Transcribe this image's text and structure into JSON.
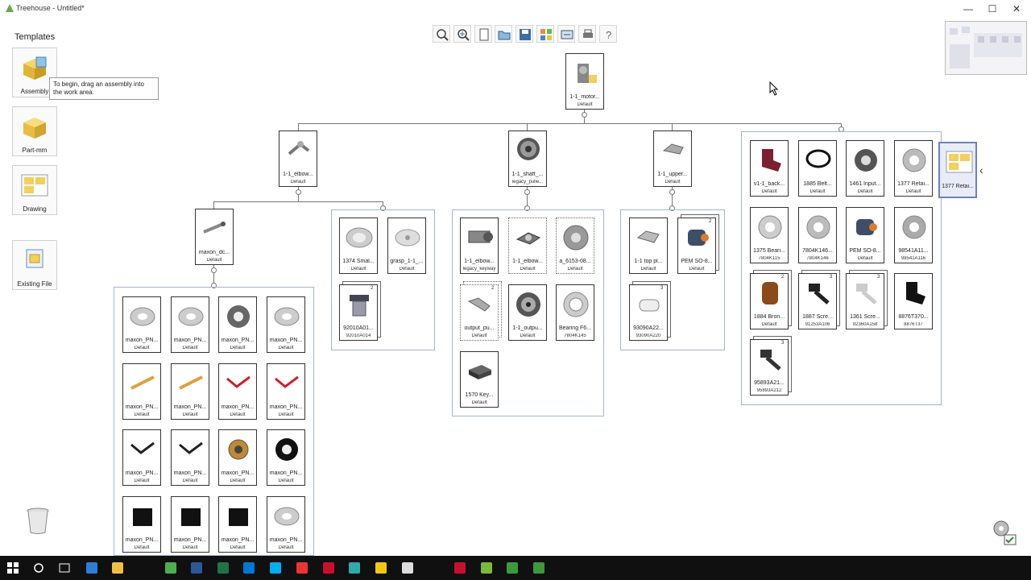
{
  "window": {
    "title": "Treehouse - Untitled*",
    "controls": [
      "—",
      "☐",
      "✕"
    ]
  },
  "templates": {
    "heading": "Templates",
    "items": [
      {
        "label": "Assembly",
        "icon": "assembly-template-icon"
      },
      {
        "label": "Part-mm",
        "icon": "part-template-icon"
      },
      {
        "label": "Drawing",
        "icon": "drawing-template-icon"
      },
      {
        "label": "Existing File",
        "icon": "existing-file-icon"
      }
    ],
    "tooltip": "To begin, drag an assembly into the work area."
  },
  "toolbar": [
    {
      "name": "zoom-fit-icon"
    },
    {
      "name": "zoom-select-icon"
    },
    {
      "name": "new-document-icon"
    },
    {
      "name": "open-folder-icon"
    },
    {
      "name": "save-icon"
    },
    {
      "name": "export-icon"
    },
    {
      "name": "refresh-icon"
    },
    {
      "name": "print-icon"
    },
    {
      "name": "help-icon"
    }
  ],
  "tree": {
    "root": {
      "name": "1-1_motor...",
      "config": "Default"
    },
    "level1": [
      {
        "name": "1-1_elbow...",
        "config": "Default"
      },
      {
        "name": "1-1_shaft_...",
        "config": "legacy_pulle..."
      },
      {
        "name": "1-1_upper...",
        "config": "Default"
      }
    ],
    "elbow_sub": {
      "name": "maxon_dc...",
      "config": "Default"
    },
    "elbow_parts": [
      {
        "name": "1374 Smal...",
        "config": "Default"
      },
      {
        "name": "grasp_1-1_...",
        "config": "Default"
      },
      {
        "name": "92010A01...",
        "config": "92010A014",
        "qty": "2"
      }
    ],
    "maxon_parts": [
      {
        "name": "maxon_PN...",
        "config": "Default"
      },
      {
        "name": "maxon_PN...",
        "config": "Default"
      },
      {
        "name": "maxon_PN...",
        "config": "Default"
      },
      {
        "name": "maxon_PN...",
        "config": "Default"
      },
      {
        "name": "maxon_PN...",
        "config": "Default"
      },
      {
        "name": "maxon_PN...",
        "config": "Default"
      },
      {
        "name": "maxon_PN...",
        "config": "Default"
      },
      {
        "name": "maxon_PN...",
        "config": "Default"
      },
      {
        "name": "maxon_PN...",
        "config": "Default"
      },
      {
        "name": "maxon_PN...",
        "config": "Default"
      },
      {
        "name": "maxon_PN...",
        "config": "Default"
      },
      {
        "name": "maxon_PN...",
        "config": "Default"
      },
      {
        "name": "maxon_PN...",
        "config": "Default"
      },
      {
        "name": "maxon_PN...",
        "config": "Default"
      },
      {
        "name": "maxon_PN...",
        "config": "Default"
      },
      {
        "name": "maxon_PN...",
        "config": "Default"
      }
    ],
    "shaft_parts": [
      {
        "name": "1-1_elbow...",
        "config": "legacy_keyway"
      },
      {
        "name": "1-1_elbow...",
        "config": "Default"
      },
      {
        "name": "a_6153-08...",
        "config": "Default"
      },
      {
        "name": "output_pu...",
        "config": "Default",
        "qty": "2"
      },
      {
        "name": "1-1_outpu...",
        "config": "Default"
      },
      {
        "name": "Bearing F6...",
        "config": "7804K145"
      },
      {
        "name": "1570 Key...",
        "config": "Default"
      }
    ],
    "upper_parts": [
      {
        "name": "1-1 top pl...",
        "config": "Default"
      },
      {
        "name": "PEM SO-8...",
        "config": "Default",
        "qty": "2"
      },
      {
        "name": "93090A22...",
        "config": "93090A220",
        "qty": "3"
      }
    ],
    "root_parts": [
      {
        "name": "v1-1_back...",
        "config": "Default"
      },
      {
        "name": "1885 Belt...",
        "config": "Default"
      },
      {
        "name": "1461 Input...",
        "config": "Default"
      },
      {
        "name": "1377 Retai...",
        "config": "Default"
      },
      {
        "name": "1377 Retai...",
        "config": ""
      },
      {
        "name": "1375 Beari...",
        "config": "7804K115"
      },
      {
        "name": "7804K146...",
        "config": "7804K146"
      },
      {
        "name": "PEM SO-8...",
        "config": "Default"
      },
      {
        "name": "98541A11...",
        "config": "98541A116"
      },
      {
        "name": "1884 Bron...",
        "config": "Default",
        "qty": "2"
      },
      {
        "name": "1887 Scre...",
        "config": "91253A106",
        "qty": "3"
      },
      {
        "name": "1361 Scre...",
        "config": "92360A158",
        "qty": "3"
      },
      {
        "name": "8876T370...",
        "config": "8876T37"
      },
      {
        "name": "95893A21...",
        "config": "95893A212",
        "qty": "3"
      }
    ],
    "collapse_glyph": "‹"
  },
  "taskbar": [
    "start-icon",
    "search-icon",
    "task-view-icon",
    "edge-icon",
    "file-explorer-icon",
    "chrome-icon",
    "word-icon",
    "excel-icon",
    "outlook-icon",
    "skype-icon",
    "vivaldi-icon",
    "solidworks-icon",
    "composer-icon",
    "sunflower-icon",
    "film-icon",
    "solidworks-2-icon",
    "treehouse-icon",
    "camtasia-icon",
    "camtasia-2-icon"
  ],
  "colors": {
    "group_border": "#9fb6cf",
    "selected_border": "#6c7fbf",
    "taskbar": "#101010"
  }
}
